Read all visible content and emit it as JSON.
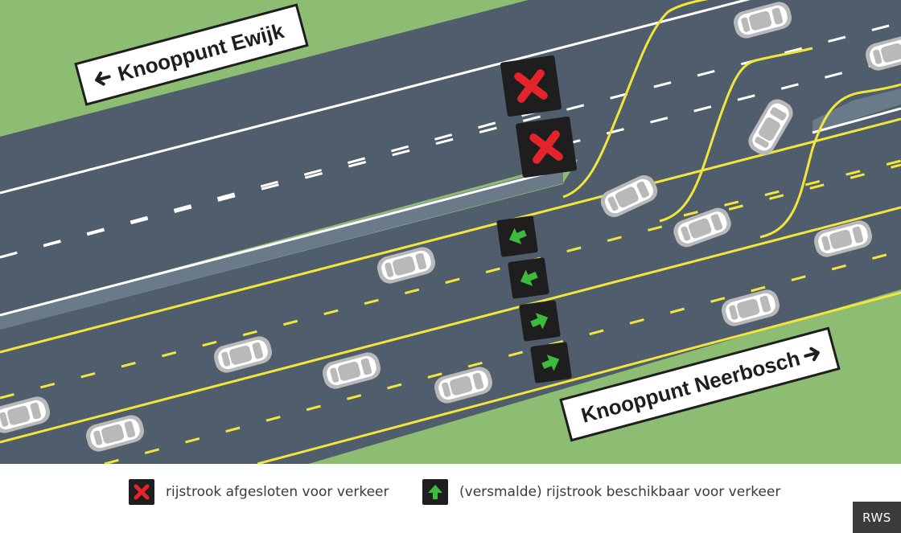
{
  "signs": {
    "ewijk": {
      "label": "Knooppunt Ewijk",
      "arrow": "left-arrow-icon"
    },
    "neerbosch": {
      "label": "Knooppunt Neerbosch",
      "arrow": "right-arrow-icon"
    }
  },
  "lane_signals": {
    "closed": {
      "icon": "red-cross-icon",
      "count": 2
    },
    "open_left": {
      "icon": "green-arrow-left-icon",
      "count": 2
    },
    "open_right": {
      "icon": "green-arrow-right-icon",
      "count": 2
    }
  },
  "legend": {
    "closed_label": "rijstrook afgesloten voor verkeer",
    "open_label": "(versmalde) rijstrook beschikbaar voor verkeer"
  },
  "credit": "RWS",
  "colors": {
    "grass": "#8dbd72",
    "road": "#4f5d6c",
    "road_dark": "#606f7e",
    "lane_white": "#ffffff",
    "lane_yellow": "#f2e63c",
    "sign_bg": "#1e1e1e",
    "signal_red": "#e5232b",
    "signal_green": "#3dbb3d",
    "car": "#b9b9b9"
  }
}
